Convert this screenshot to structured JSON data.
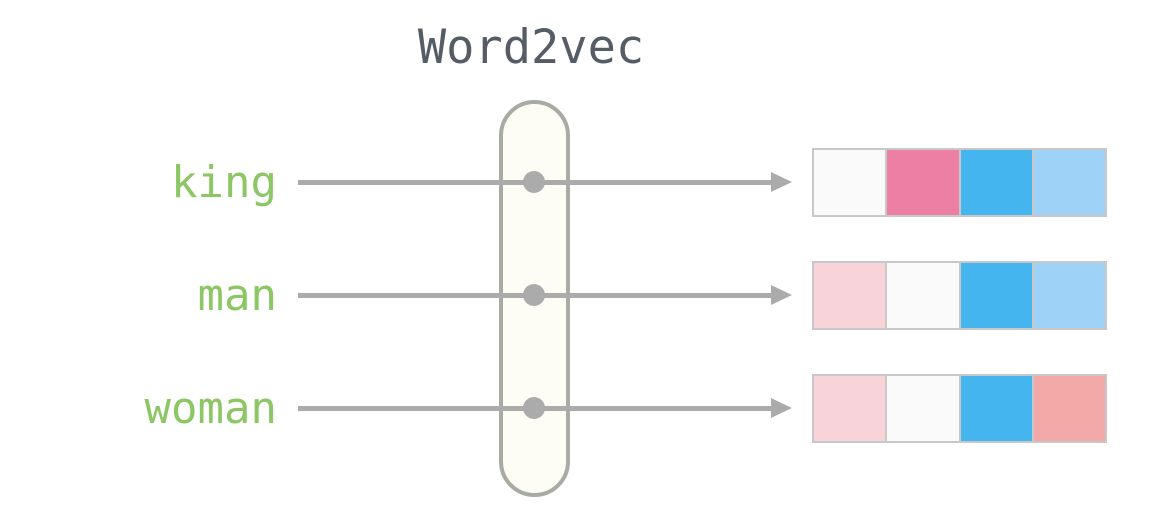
{
  "title": "Word2vec",
  "rows": [
    {
      "word": "king",
      "vector_colors": [
        "#FAFAFA",
        "#ED7FA4",
        "#44B5EF",
        "#9ED3F7"
      ]
    },
    {
      "word": "man",
      "vector_colors": [
        "#F8D3D9",
        "#FAFAFA",
        "#44B5EF",
        "#9ED3F7"
      ]
    },
    {
      "word": "woman",
      "vector_colors": [
        "#F8D3D9",
        "#FAFAFA",
        "#44B5EF",
        "#F2A9A7"
      ]
    }
  ],
  "colors": {
    "title_text": "#555C66",
    "word_text": "#8CC665",
    "arrow": "#ABABAB",
    "pill_fill": "#FEFDF5",
    "pill_border": "#A8ABA4",
    "cell_border": "#C8C8C8",
    "background": "#FFFFFF"
  }
}
